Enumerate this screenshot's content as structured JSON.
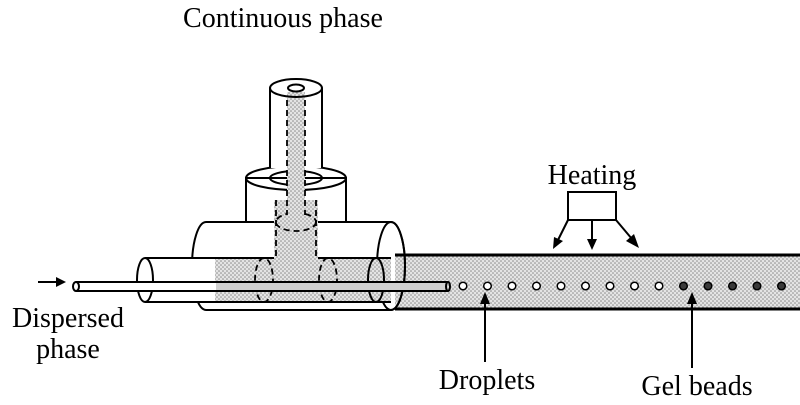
{
  "labels": {
    "continuous": "Continuous phase",
    "dispersed_line1": "Dispersed",
    "dispersed_line2": "phase",
    "heating": "Heating",
    "droplets": "Droplets",
    "gel_beads": "Gel beads"
  },
  "colors": {
    "line": "#000000",
    "stipple": "#bdbdbd",
    "droplet_fill": "#ffffff",
    "bead_fill": "#3a3a3a"
  },
  "beads": {
    "droplet_count": 9,
    "gel_bead_count": 5
  }
}
